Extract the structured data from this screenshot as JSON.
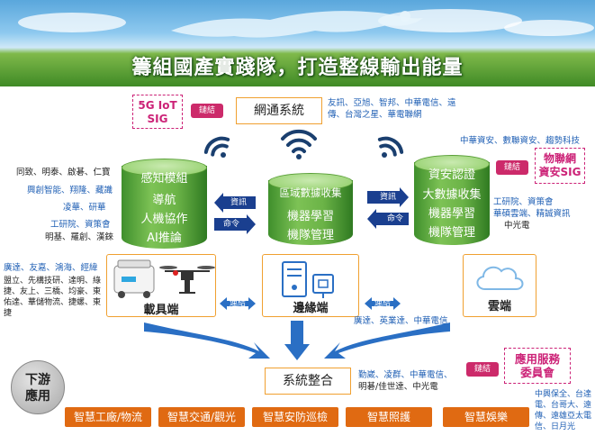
{
  "title": "籌組國產實踐隊，打造整線輸出能量",
  "top": {
    "sig_5g": "5G IoT\nSIG",
    "link_label": "鏈結",
    "network_system": "網通系統",
    "network_partners": "友訊、亞旭、智邦、中華電信、遠傳、台灣之星、華電聯網"
  },
  "left_cylinder": {
    "title": "感知模組",
    "items": [
      "導航",
      "人機協作",
      "AI推論"
    ]
  },
  "mid_cylinder": {
    "title": "區域數據收集",
    "items": [
      "機器學習",
      "機隊管理"
    ]
  },
  "right_cylinder": {
    "title": "資安認證",
    "items": [
      "大數據收集",
      "機器學習",
      "機隊管理"
    ]
  },
  "arrows": {
    "info": "資訊",
    "command": "命令",
    "connect": "連結"
  },
  "left_partners": {
    "p1": "同致、明泰、啟碁、仁寶",
    "p2": "興創智能、翔隆、藏識",
    "p3": "凌華、研華",
    "p4": "工研院、資策會",
    "p5": "明基、羅創、漢錸"
  },
  "right_top": {
    "partners": "中華資安、數聯資安、趨勢科技",
    "sig": "物聯網\n資安SIG",
    "research": "工研院、資策會",
    "research2": "華碩雲端、精誠資訊",
    "research3": "中光電"
  },
  "vehicle": {
    "label": "載具端",
    "partners_blue": "廣達、友嘉、鴻海、經緯",
    "partners_black": "盟立、先構技研、達明、綠捷、友上、三橋、均豪、東佑達、華儲物流、捷螺、東捷"
  },
  "edge": {
    "label": "邊緣端",
    "partners": "廣達、英業達、中華電信"
  },
  "cloud": {
    "label": "雲端"
  },
  "integration": {
    "label": "系統整合",
    "partners_blue": "勤崴、凌群、中華電信、",
    "partners_black": "明碁/佳世達、中光電"
  },
  "downstream": "下游\n應用",
  "app_committee": {
    "label": "應用服務\n委員會",
    "partners": "中興保全、台達電、台哥大、遠傳、遠雄亞太電信、日月光"
  },
  "apps": [
    "智慧工廠/物流",
    "智慧交通/觀光",
    "智慧安防巡檢",
    "智慧照護",
    "智慧娛樂"
  ],
  "colors": {
    "accent_orange": "#e06a12",
    "green": "#6bb347",
    "magenta": "#cc2277",
    "navy": "#1a3f8f",
    "arrow_blue": "#2a6fc4"
  }
}
